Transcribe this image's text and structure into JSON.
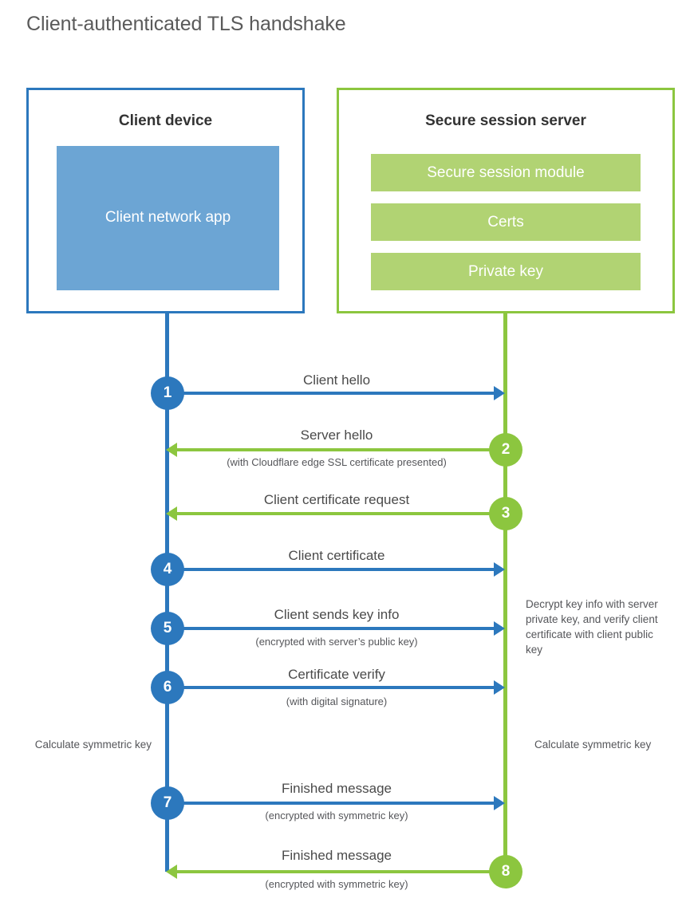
{
  "title": "Client-authenticated TLS handshake",
  "colors": {
    "blue": "#2c78bd",
    "blue_light": "#6ca5d4",
    "green": "#8cc63f",
    "green_light": "#b1d373",
    "text": "#4a4a4a",
    "title_text": "#5a5a5a"
  },
  "client": {
    "title": "Client device",
    "app_label": "Client network app"
  },
  "server": {
    "title": "Secure session server",
    "modules": [
      {
        "label": "Secure session module"
      },
      {
        "label": "Certs"
      },
      {
        "label": "Private key"
      }
    ]
  },
  "steps": [
    {
      "number": "1",
      "label": "Client hello",
      "sub": "",
      "direction": "client-to-server",
      "color": "blue"
    },
    {
      "number": "2",
      "label": "Server hello",
      "sub": "(with Cloudflare edge SSL certificate presented)",
      "direction": "server-to-client",
      "color": "green"
    },
    {
      "number": "3",
      "label": "Client certificate request",
      "sub": "",
      "direction": "server-to-client",
      "color": "green"
    },
    {
      "number": "4",
      "label": "Client certificate",
      "sub": "",
      "direction": "client-to-server",
      "color": "blue"
    },
    {
      "number": "5",
      "label": "Client sends key info",
      "sub": "(encrypted with server’s public key)",
      "direction": "client-to-server",
      "color": "blue"
    },
    {
      "number": "6",
      "label": "Certificate verify",
      "sub": "(with digital signature)",
      "direction": "client-to-server",
      "color": "blue"
    },
    {
      "number": "7",
      "label": "Finished message",
      "sub": "(encrypted with symmetric key)",
      "direction": "client-to-server",
      "color": "blue"
    },
    {
      "number": "8",
      "label": "Finished message",
      "sub": "(encrypted with symmetric key)",
      "direction": "server-to-client",
      "color": "green"
    }
  ],
  "notes": {
    "server_decrypt": "Decrypt key info with server private key, and verify client certificate with client public key",
    "client_calc": "Calculate symmetric key",
    "server_calc": "Calculate symmetric key"
  }
}
